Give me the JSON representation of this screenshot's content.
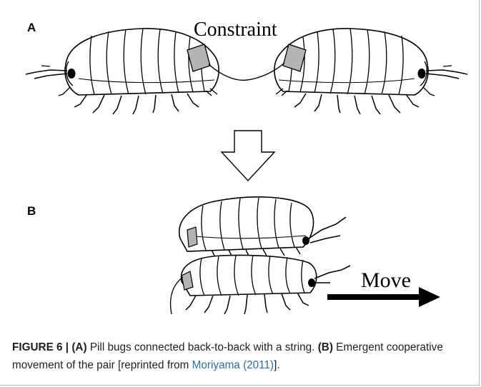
{
  "figure": {
    "panel_a_label": "A",
    "panel_b_label": "B",
    "constraint_label": "Constraint",
    "move_label": "Move"
  },
  "caption": {
    "figure_number": "FIGURE 6 |",
    "part_a_label": "(A)",
    "part_a_text": " Pill bugs connected back-to-back with a string. ",
    "part_b_label": "(B)",
    "part_b_text": " Emergent cooperative movement of the pair [reprinted from ",
    "citation_link": "Moriyama (2011)",
    "closing_text": "]."
  },
  "colors": {
    "caption_text": "#231f20",
    "link": "#2f6fa5",
    "patch_fill": "#b4b4b4",
    "frame_border": "#b8b8b8"
  }
}
